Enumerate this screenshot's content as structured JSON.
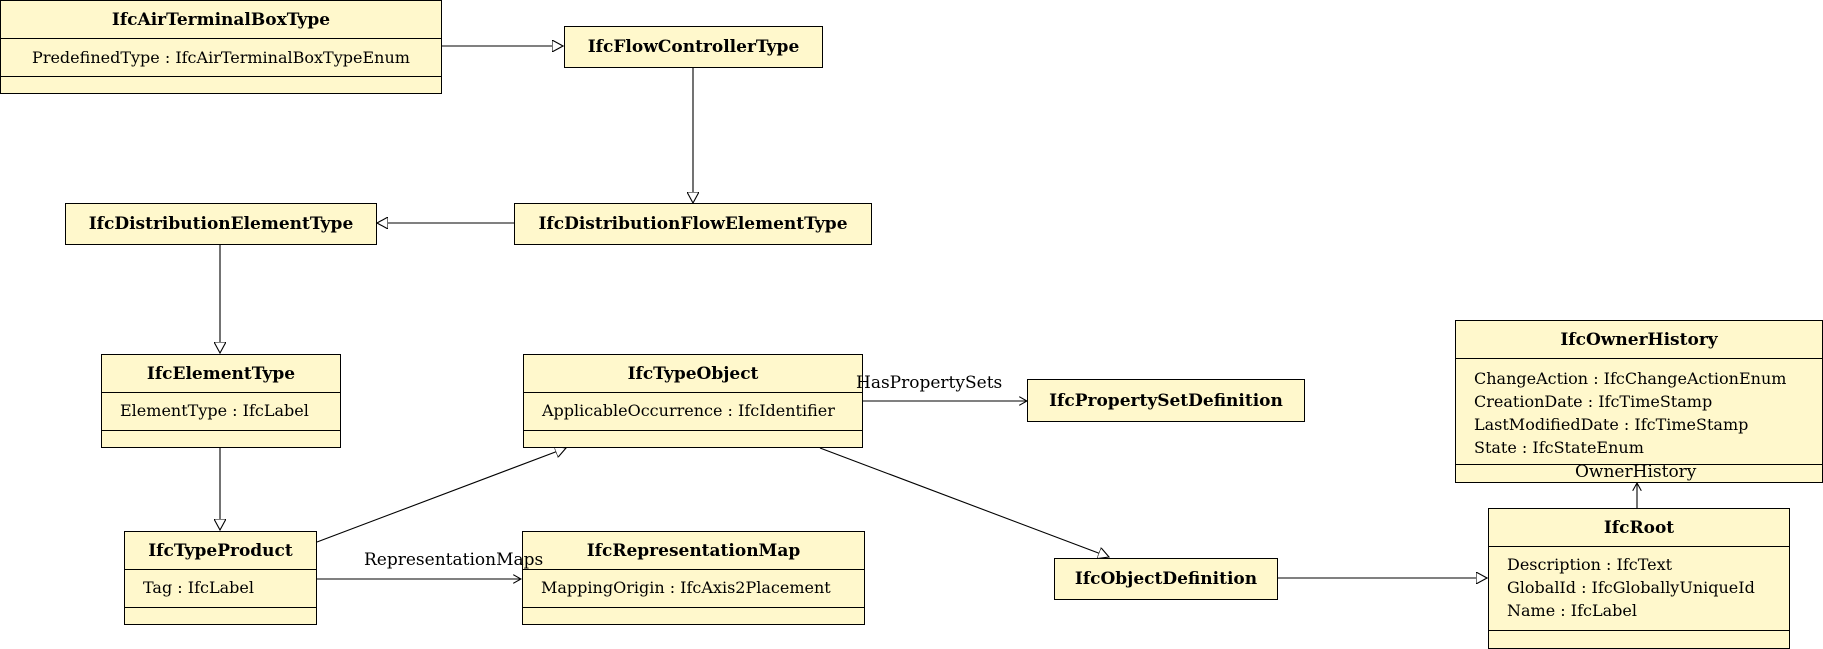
{
  "classes": {
    "air_terminal_box_type": {
      "name": "IfcAirTerminalBoxType",
      "attributes": [
        "PredefinedType : IfcAirTerminalBoxTypeEnum"
      ]
    },
    "flow_controller_type": {
      "name": "IfcFlowControllerType",
      "attributes": []
    },
    "distribution_element_type": {
      "name": "IfcDistributionElementType",
      "attributes": []
    },
    "distribution_flow_element_type": {
      "name": "IfcDistributionFlowElementType",
      "attributes": []
    },
    "element_type": {
      "name": "IfcElementType",
      "attributes": [
        "ElementType : IfcLabel"
      ]
    },
    "type_object": {
      "name": "IfcTypeObject",
      "attributes": [
        "ApplicableOccurrence : IfcIdentifier"
      ]
    },
    "property_set_definition": {
      "name": "IfcPropertySetDefinition",
      "attributes": []
    },
    "owner_history": {
      "name": "IfcOwnerHistory",
      "attributes": [
        "ChangeAction : IfcChangeActionEnum",
        "CreationDate : IfcTimeStamp",
        "LastModifiedDate : IfcTimeStamp",
        "State : IfcStateEnum"
      ]
    },
    "type_product": {
      "name": "IfcTypeProduct",
      "attributes": [
        "Tag : IfcLabel"
      ]
    },
    "representation_map": {
      "name": "IfcRepresentationMap",
      "attributes": [
        "MappingOrigin : IfcAxis2Placement"
      ]
    },
    "object_definition": {
      "name": "IfcObjectDefinition",
      "attributes": []
    },
    "root": {
      "name": "IfcRoot",
      "attributes": [
        "Description : IfcText",
        "GlobalId : IfcGloballyUniqueId",
        "Name : IfcLabel"
      ]
    }
  },
  "associations": {
    "has_property_sets": "HasPropertySets",
    "representation_maps": "RepresentationMaps",
    "owner_history": "OwnerHistory"
  },
  "colors": {
    "class_fill": "#fff8cc",
    "stroke": "#000000"
  }
}
